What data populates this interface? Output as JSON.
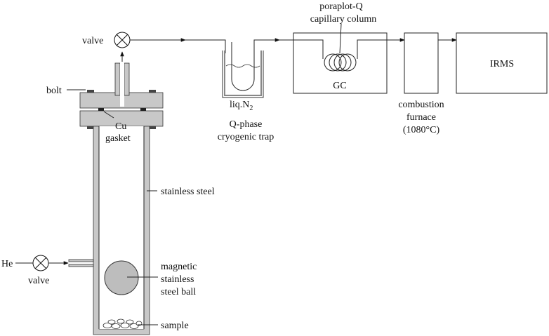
{
  "labels": {
    "valve_top": "valve",
    "bolt": "bolt",
    "cu": "Cu",
    "gasket": "gasket",
    "stainless_steel": "stainless steel",
    "he": "He",
    "valve_bottom": "valve",
    "magnetic_1": "magnetic",
    "magnetic_2": "stainless",
    "magnetic_3": "steel ball",
    "sample": "sample",
    "liq_n2": "liq.N",
    "liq_n2_sub": "2",
    "trap_1": "Q-phase",
    "trap_2": "cryogenic trap",
    "column_1": "poraplot-Q",
    "column_2": "capillary column",
    "gc": "GC",
    "furnace_1": "combustion",
    "furnace_2": "furnace",
    "furnace_3": "(1080°C)",
    "irms": "IRMS"
  }
}
